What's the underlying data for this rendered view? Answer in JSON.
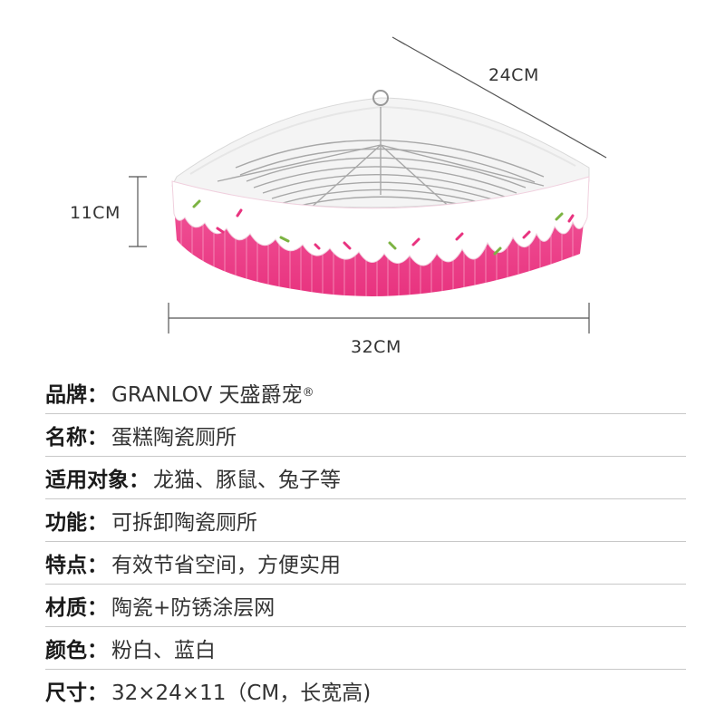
{
  "dimensions": {
    "depth": "24CM",
    "height": "11CM",
    "width": "32CM"
  },
  "colors": {
    "pink": "#ec3f8c",
    "white": "#ffffff",
    "wire": "#b8b8b8"
  },
  "specs": [
    {
      "label": "品牌",
      "value": "GRANLOV 天盛爵宠",
      "suffix": "®"
    },
    {
      "label": "名称",
      "value": "蛋糕陶瓷厕所"
    },
    {
      "label": "适用对象",
      "value": "龙猫、豚鼠、兔子等"
    },
    {
      "label": "功能",
      "value": "可拆卸陶瓷厕所"
    },
    {
      "label": "特点",
      "value": "有效节省空间，方便实用"
    },
    {
      "label": "材质",
      "value": "陶瓷+防锈涂层网"
    },
    {
      "label": "颜色",
      "value": "粉白、蓝白"
    },
    {
      "label": "尺寸",
      "value": "32×24×11（CM，长宽高)"
    }
  ]
}
